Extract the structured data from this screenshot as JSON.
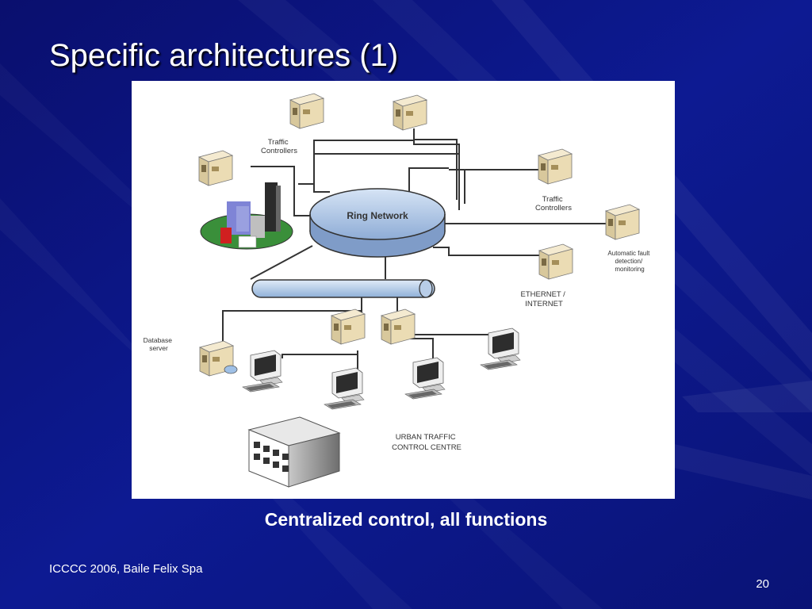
{
  "slide": {
    "title": "Specific architectures (1)",
    "caption": "Centralized control, all functions",
    "footer_left": "ICCCC 2006, Baile Felix Spa",
    "page_number": "20"
  },
  "diagram": {
    "labels": {
      "traffic_controllers_left": [
        "Traffic",
        "Controllers"
      ],
      "traffic_controllers_right": [
        "Traffic",
        "Controllers"
      ],
      "ring_network": "Ring Network",
      "automatic_detection": [
        "Automatic fault",
        "detection/",
        "monitoring"
      ],
      "ethernet": [
        "ETHERNET /",
        "INTERNET"
      ],
      "database_server": [
        "Database",
        "server"
      ],
      "control_centre": [
        "URBAN TRAFFIC",
        "CONTROL CENTRE"
      ]
    }
  },
  "colors": {
    "background": "#0c1685",
    "ring": "#a9c3e3",
    "cabinet": "#e9dcb6",
    "building": "#8e8e8e"
  }
}
